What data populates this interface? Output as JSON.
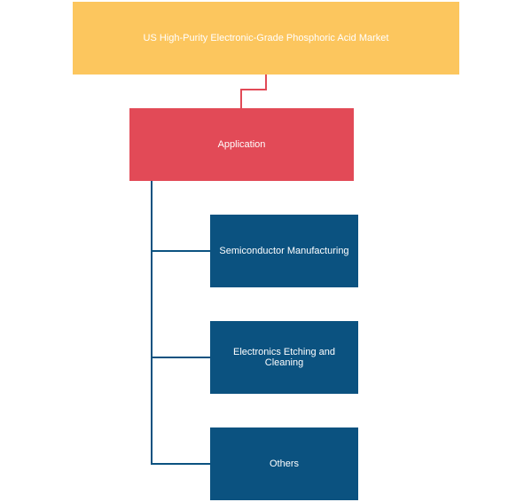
{
  "colors": {
    "root": "#fcc65e",
    "application": "#e24a57",
    "child": "#0b5280",
    "connector_root": "#e24a57",
    "connector_children": "#0b5280",
    "text": "#ffffff"
  },
  "diagram": {
    "root": {
      "label": "US High-Purity Electronic-Grade Phosphoric Acid Market"
    },
    "application": {
      "label": "Application"
    },
    "children": [
      {
        "label": "Semiconductor Manufacturing"
      },
      {
        "label": "Electronics Etching and Cleaning"
      },
      {
        "label": "Others"
      }
    ]
  }
}
